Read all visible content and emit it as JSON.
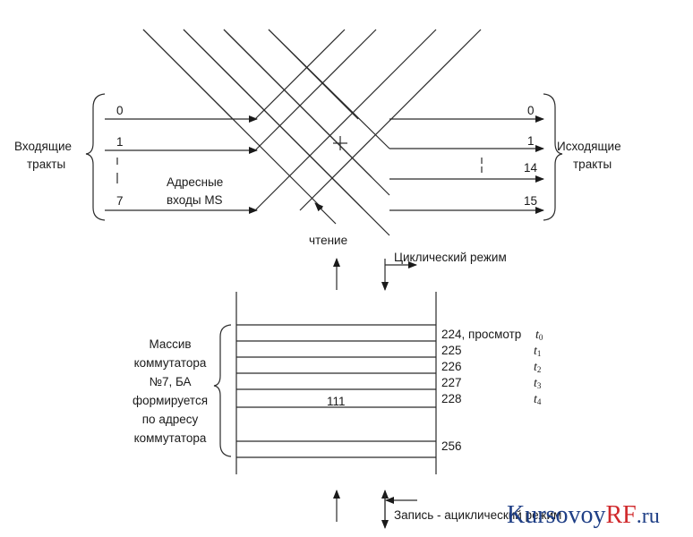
{
  "switch": {
    "in_label_1": "Входящие",
    "in_label_2": "тракты",
    "out_label_1": "Исходящие",
    "out_label_2": "тракты",
    "in_tracks": [
      "0",
      "1",
      "7"
    ],
    "out_tracks": [
      "0",
      "1",
      "14",
      "15"
    ],
    "address_label_1": "Адресные",
    "address_label_2": "входы MS",
    "read_label": "чтение"
  },
  "modes": {
    "cyclic": "Циклический режим",
    "write": "Запись - ациклический режим"
  },
  "memory": {
    "array_label": [
      "Массив",
      "коммутатора",
      "№7, БА",
      "формируется",
      "по адресу",
      "коммутатора"
    ],
    "cell_value": "111",
    "rows": [
      {
        "address": "224, просмотр",
        "time": "t",
        "sub": "0"
      },
      {
        "address": "225",
        "time": "t",
        "sub": "1"
      },
      {
        "address": "226",
        "time": "t",
        "sub": "2"
      },
      {
        "address": "227",
        "time": "t",
        "sub": "3"
      },
      {
        "address": "228",
        "time": "t",
        "sub": "4"
      },
      {
        "address": "256",
        "time": "",
        "sub": ""
      }
    ]
  },
  "watermark": {
    "part1": "Kursovoy",
    "part2": "RF",
    "part3": ".ru"
  }
}
